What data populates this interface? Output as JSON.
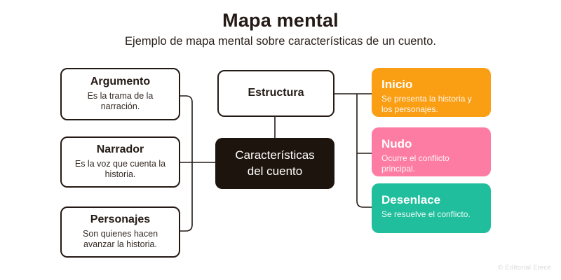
{
  "header": {
    "title": "Mapa mental",
    "subtitle": "Ejemplo de mapa mental sobre características de un cuento."
  },
  "map": {
    "root": {
      "label": "Características del cuento",
      "bg_color": "#1e140e",
      "text_color": "#ffffff"
    },
    "left_nodes": [
      {
        "title": "Argumento",
        "description": "Es la trama de la narración."
      },
      {
        "title": "Narrador",
        "description": "Es la voz que cuenta la historia."
      },
      {
        "title": "Personajes",
        "description": "Son quienes hacen avanzar la historia."
      }
    ],
    "structure_node": {
      "title": "Estructura"
    },
    "structure_children": [
      {
        "title": "Inicio",
        "description": "Se presenta la historia y los personajes.",
        "color": "#fa9e13"
      },
      {
        "title": "Nudo",
        "description": "Ocurre el conflicto principal.",
        "color": "#fd7ca3"
      },
      {
        "title": "Desenlace",
        "description": "Se resuelve el conflicto.",
        "color": "#20be9c"
      }
    ]
  },
  "colors": {
    "ink": "#241a15",
    "connector_line": "#241a15",
    "background": "#ffffff"
  },
  "footer": {
    "credit": "© Editorial Etecé"
  }
}
